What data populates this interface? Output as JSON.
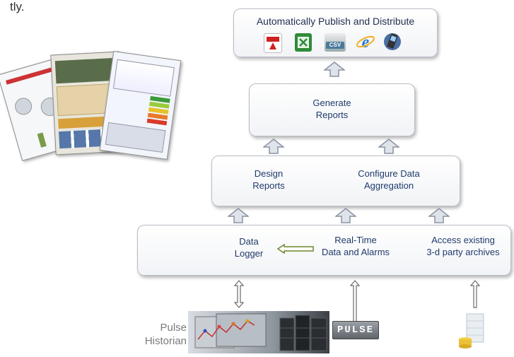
{
  "cropped_text": "tly.",
  "top_box": {
    "title": "Automatically Publish and Distribute",
    "icons": [
      "pdf-icon",
      "excel-icon",
      "csv-icon",
      "internet-explorer-icon",
      "mobile-phone-icon"
    ],
    "csv_label": "CSV"
  },
  "generate_box": {
    "line1": "Generate",
    "line2": "Reports"
  },
  "design_box": {
    "design": {
      "line1": "Design",
      "line2": "Reports"
    },
    "configure": {
      "line1": "Configure Data",
      "line2": "Aggregation"
    }
  },
  "data_box": {
    "logger": {
      "line1": "Data",
      "line2": "Logger"
    },
    "realtime": {
      "line1": "Real-Time",
      "line2": "Data and Alarms"
    },
    "access": {
      "line1": "Access existing",
      "line2": "3-d party archives"
    }
  },
  "bottom": {
    "historian": {
      "line1": "Pulse",
      "line2": "Historian"
    },
    "pulse_logo": "PULSE"
  },
  "colors": {
    "accent_text": "#1f3a6b",
    "arrow_fill": "#dfe3ea",
    "arrow_stroke": "#8a93a3"
  }
}
